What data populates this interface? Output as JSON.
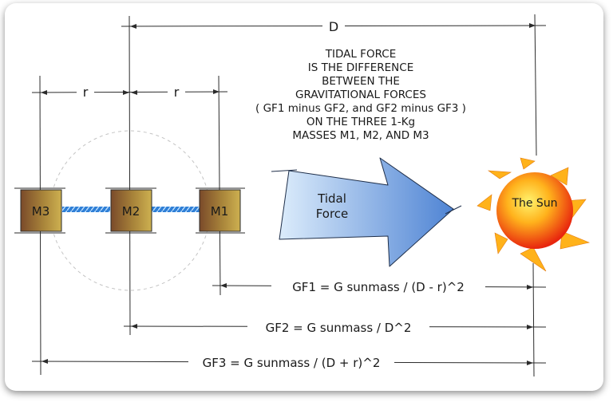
{
  "dimension_labels": {
    "d": "D",
    "r_left": "r",
    "r_right": "r"
  },
  "title_lines": [
    "TIDAL FORCE",
    "IS THE DIFFERENCE",
    "BETWEEN THE",
    "GRAVITATIONAL FORCES",
    "( GF1 minus GF2, and GF2 minus GF3 )",
    "ON THE THREE 1-Kg",
    "MASSES M1, M2, AND M3"
  ],
  "masses": {
    "m3": "M3",
    "m2": "M2",
    "m1": "M1"
  },
  "arrow_label_lines": [
    "Tidal",
    "Force"
  ],
  "sun_label": "The Sun",
  "equations": {
    "gf1": "GF1 = G sunmass / (D - r)^2",
    "gf2": "GF2 = G sunmass / D^2",
    "gf3": "GF3 = G sunmass / (D + r)^2"
  },
  "colors": {
    "mass_fill_start": "#7a4a2a",
    "mass_fill_end": "#c9a94c",
    "rope": "#2f7fd6",
    "arrow_start": "#d9ecfb",
    "arrow_end": "#5b8fd8",
    "sun_center": "#fff06a",
    "sun_edge": "#ee2a10",
    "sun_rays": "#ffb21a"
  }
}
